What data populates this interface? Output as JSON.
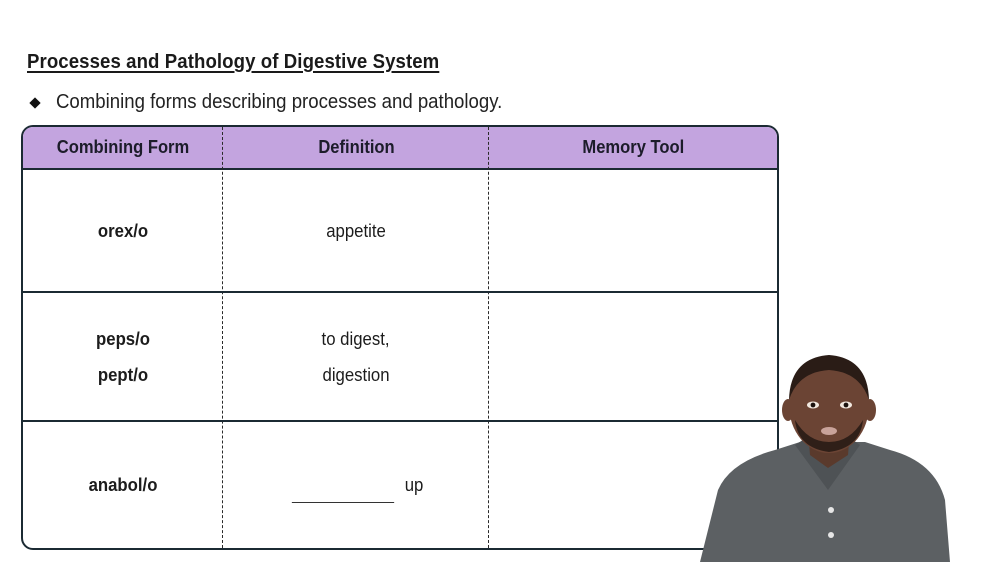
{
  "slide": {
    "title": "Processes and Pathology of Digestive System",
    "bullet": "Combining forms describing processes and pathology."
  },
  "table": {
    "headers": [
      "Combining Form",
      "Definition",
      "Memory Tool"
    ],
    "rows": [
      {
        "combining_form": [
          "orex/o"
        ],
        "definition": [
          "appetite"
        ],
        "memory_tool": ""
      },
      {
        "combining_form": [
          "peps/o",
          "pept/o"
        ],
        "definition": [
          "to digest,",
          "digestion"
        ],
        "memory_tool": ""
      },
      {
        "combining_form": [
          "anabol/o"
        ],
        "definition_blank": true,
        "definition_suffix": "up",
        "memory_tool": ""
      }
    ],
    "header_color": "#c3a4df",
    "border_color": "#1b2a33"
  },
  "presenter": {
    "description": "presenter video overlay",
    "shirt_color": "#5c6063"
  }
}
